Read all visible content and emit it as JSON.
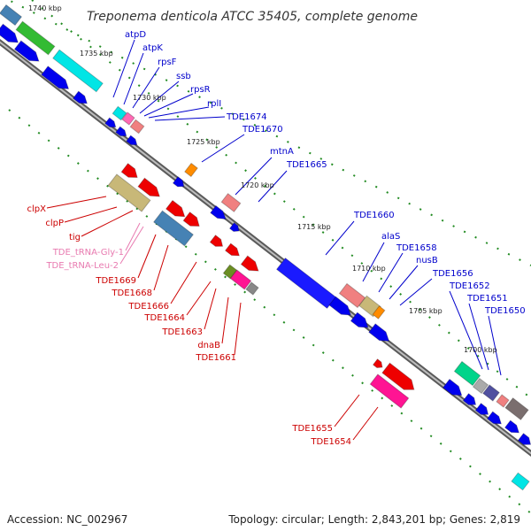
{
  "title": "Treponema denticola ATCC 35405, complete genome",
  "footer": {
    "accession": "Accession: NC_002967",
    "summary": "Topology: circular; Length: 2,843,201 bp; Genes: 2,819"
  },
  "colors": {
    "forward_label": "#0000cc",
    "reverse_label": "#cc0000",
    "trna_label": "#e87ab0",
    "backbone": "#7a7a7a",
    "tick": "#228b22"
  },
  "scale_labels": [
    "1740 kbp",
    "1735 kbp",
    "1730 kbp",
    "1725 kbp",
    "1720 kbp",
    "1715 kbp",
    "1710 kbp",
    "1705 kbp",
    "1700 kbp"
  ],
  "forward_labels": [
    "atpD",
    "atpK",
    "rpsF",
    "ssb",
    "rpsR",
    "rplI",
    "TDE1674",
    "TDE1670",
    "mtnA",
    "TDE1665",
    "TDE1660",
    "alaS",
    "TDE1658",
    "nusB",
    "TDE1656",
    "TDE1652",
    "TDE1651",
    "TDE1650"
  ],
  "reverse_labels": [
    "clpX",
    "clpP",
    "tig",
    "TDE1669",
    "TDE1668",
    "TDE1666",
    "TDE1664",
    "TDE1663",
    "dnaB",
    "TDE1661",
    "TDE1655",
    "TDE1654"
  ],
  "trna_labels": [
    "TDE_tRNA-Gly-1",
    "TDE_tRNA-Leu-2"
  ]
}
